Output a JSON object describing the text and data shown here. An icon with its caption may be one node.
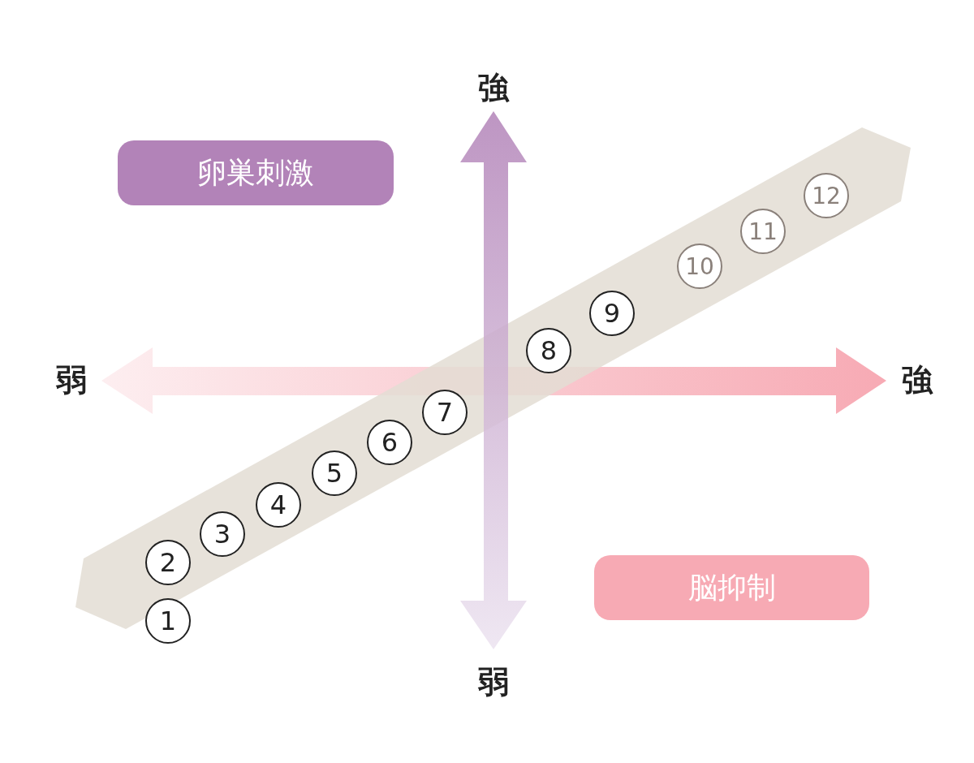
{
  "diagram": {
    "nodes": [
      {
        "text": [
          "卵巣刺激"
        ]
      },
      {
        "text": [
          "脳抑制"
        ]
      },
      {
        "text": [],
        "shape": "band"
      },
      {
        "text": [
          "1"
        ]
      },
      {
        "text": [
          "2"
        ],
        "in": 2
      },
      {
        "text": [
          "3"
        ],
        "in": 2
      },
      {
        "text": [
          "4"
        ],
        "in": 2
      },
      {
        "text": [
          "5"
        ],
        "in": 2
      },
      {
        "text": [
          "6"
        ],
        "in": 2
      },
      {
        "text": [
          "7"
        ],
        "in": 2
      },
      {
        "text": [
          "8"
        ],
        "in": 2
      },
      {
        "text": [
          "9"
        ],
        "in": 2
      },
      {
        "text": [
          "10"
        ],
        "in": 2
      },
      {
        "text": [
          "11"
        ],
        "in": 2
      },
      {
        "text": [
          "12"
        ],
        "in": 2
      }
    ],
    "labels": [
      "強",
      "弱",
      "強",
      "弱"
    ]
  }
}
